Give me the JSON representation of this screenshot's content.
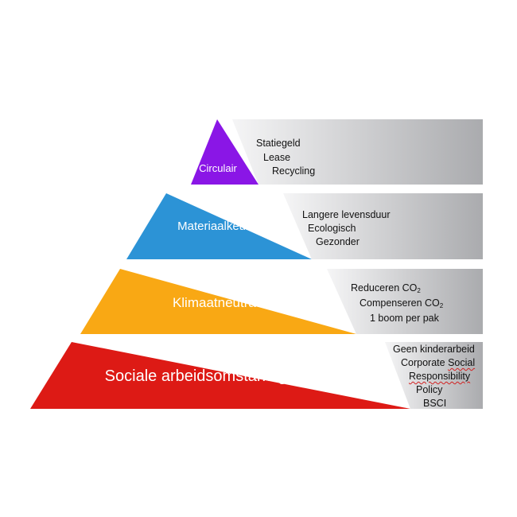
{
  "colors": {
    "circulair": "#8a16e6",
    "materiaalkeuze": "#2c93d6",
    "klimaatneutraal": "#f9a814",
    "sociale": "#dd1a15",
    "panel_light": "#f5f5f6",
    "panel_dark": "#aaabae"
  },
  "tiers": [
    {
      "key": "circulair",
      "label": "Circulair",
      "notes": [
        {
          "text": "Statiegeld"
        },
        {
          "text": "Lease"
        },
        {
          "text": "Recycling"
        }
      ]
    },
    {
      "key": "materiaalkeuze",
      "label": "Materiaalkeuze",
      "notes": [
        {
          "text": "Langere levensduur"
        },
        {
          "text": "Ecologisch"
        },
        {
          "text": "Gezonder"
        }
      ]
    },
    {
      "key": "klimaatneutraal",
      "label": "Klimaatneutraal",
      "notes": [
        {
          "text": "Reduceren CO",
          "sub": "2"
        },
        {
          "text": "Compenseren CO",
          "sub": "2"
        },
        {
          "text": "1 boom per pak"
        }
      ]
    },
    {
      "key": "sociale",
      "label": "Sociale arbeidsomstandigheden",
      "notes": [
        {
          "text": "Geen kinderarbeid"
        },
        {
          "text": "Corporate Social",
          "squiggle": "Social"
        },
        {
          "text": "Responsibility",
          "squiggle": "Responsibility"
        },
        {
          "text": "Policy"
        },
        {
          "text": "BSCI"
        }
      ]
    }
  ]
}
